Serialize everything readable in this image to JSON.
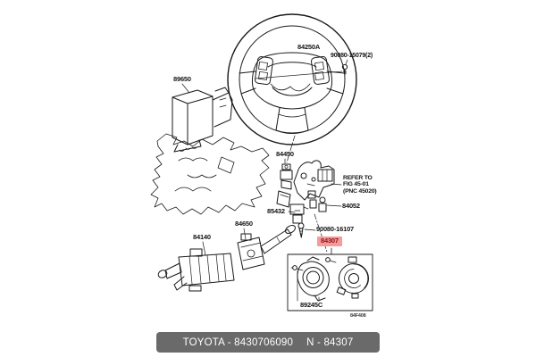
{
  "document": {
    "type": "toyota-parts-catalog-figure",
    "selected_part_highlight_color": "#f79a9a",
    "selected_part_text_color": "#8b1515",
    "line_art_color": "#1a1a1a",
    "footer_bar_color": "#6a6a6a",
    "footer_text_color": "#ffffff"
  },
  "labels": {
    "ecu": {
      "part_no": "89650"
    },
    "wheel_switch": {
      "part_no": "84250A"
    },
    "screw_top": {
      "part_no": "90080-15079(2)"
    },
    "ignition_lock": {
      "part_no": "84450"
    },
    "solenoid": {
      "part_no": "85432"
    },
    "ignition_part": {
      "part_no": "84052"
    },
    "wiper_switch": {
      "part_no": "84650"
    },
    "light_switch": {
      "part_no": "84140"
    },
    "screw_mid": {
      "part_no": "90080-16107"
    },
    "spiral_cable": {
      "part_no": "84307",
      "highlighted": true
    },
    "angle_sensor": {
      "part_no": "89245C"
    },
    "figure_code": {
      "text": "84F408"
    }
  },
  "refer_note": {
    "line1": "REFER TO",
    "line2": "FIG 45-01",
    "line3": "(PNC 45020)"
  },
  "footer": {
    "brand_and_number": "TOYOTA - 8430706090",
    "part_ref": "N - 84307"
  }
}
